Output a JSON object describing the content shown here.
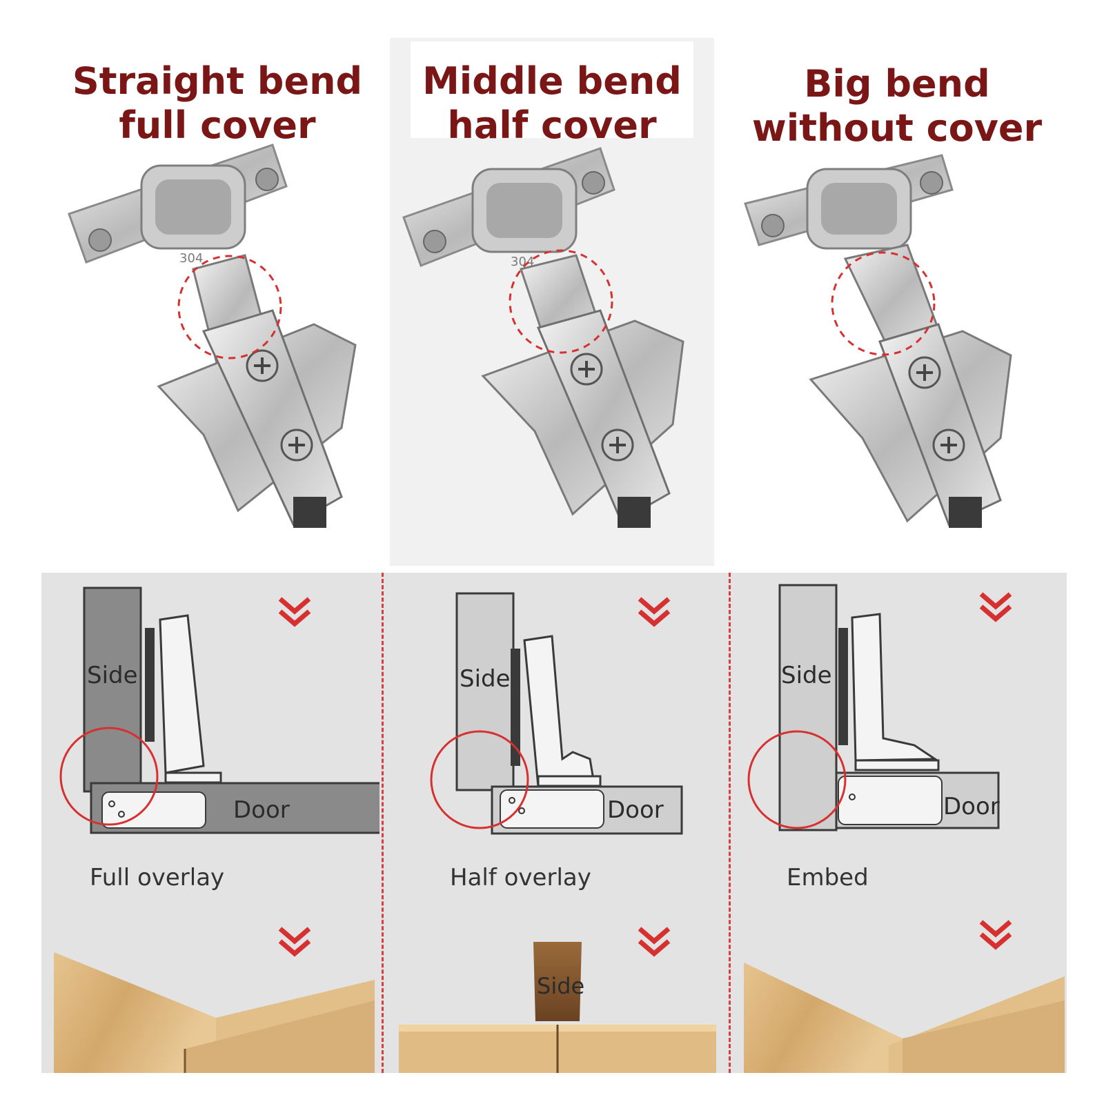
{
  "headings": [
    {
      "line1": "Straight bend",
      "line2": "full cover"
    },
    {
      "line1": "Middle bend",
      "line2": "half cover"
    },
    {
      "line1": "Big bend",
      "line2": "without cover"
    }
  ],
  "hinge_stamp": "304",
  "diagrams": [
    {
      "side_label": "Side",
      "door_label": "Door",
      "caption": "Full overlay"
    },
    {
      "side_label": "Side",
      "door_label": "Door",
      "caption": "Half overlay"
    },
    {
      "side_label": "Side",
      "door_label": "Door",
      "caption": "Embed"
    }
  ],
  "wood_side_label": "Side",
  "colors": {
    "heading": "#7a1616",
    "accent_red": "#d63030",
    "panel_dark": "#8a8a8a",
    "panel_light": "#cfcfcf",
    "wood": "#d9b27a"
  },
  "icons": [
    "hinge-image",
    "double-chevron-down-icon",
    "highlight-circle"
  ]
}
